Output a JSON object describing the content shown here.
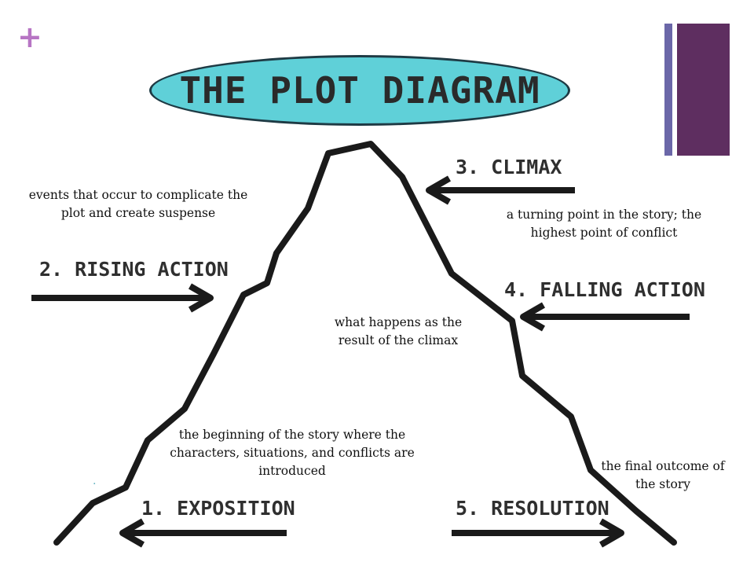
{
  "title": "THE PLOT DIAGRAM",
  "plus_symbol": "+",
  "colors": {
    "plus": "#b775c4",
    "accent_thin": "#6b67a8",
    "accent_thick": "#5e2e60",
    "oval_fill": "#5fd0d8",
    "line": "#1a1a1a"
  },
  "stages": [
    {
      "key": "exposition",
      "label": "1. EXPOSITION",
      "description": "the beginning of the story where the characters, situations, and conflicts are introduced"
    },
    {
      "key": "rising",
      "label": "2. RISING ACTION",
      "description": "events that occur to complicate the plot and create suspense"
    },
    {
      "key": "climax",
      "label": "3. CLIMAX",
      "description": "a turning point in the story; the highest point of conflict"
    },
    {
      "key": "falling",
      "label": "4. FALLING ACTION",
      "description": "what happens as the result of the climax"
    },
    {
      "key": "resolution",
      "label": "5. RESOLUTION",
      "description": "the final outcome of the story"
    }
  ],
  "decor_dot": "."
}
